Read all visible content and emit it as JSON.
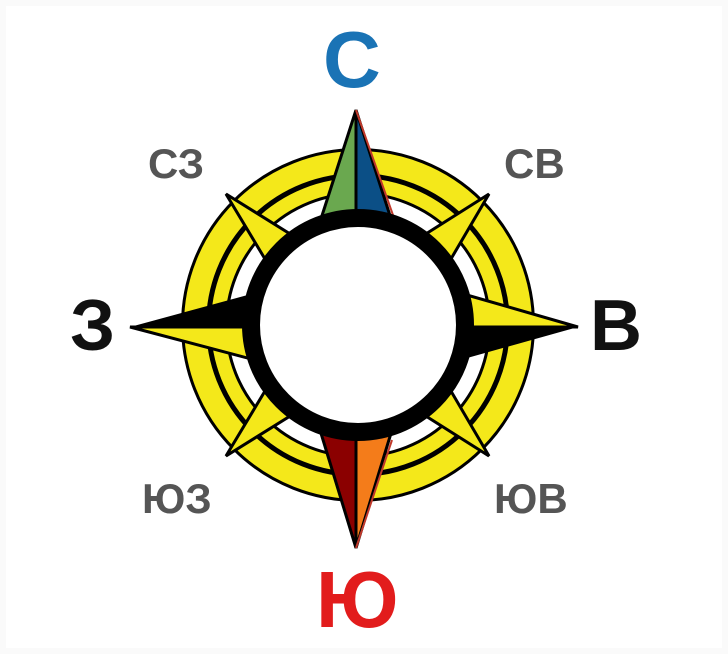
{
  "labels": {
    "north": "С",
    "south": "Ю",
    "west": "З",
    "east": "В",
    "northwest": "СЗ",
    "northeast": "СВ",
    "southwest": "ЮЗ",
    "southeast": "ЮВ"
  },
  "colors": {
    "north_label": "#1a73b5",
    "south_label": "#e21c1c",
    "cardinal_label": "#111111",
    "intercardinal_label": "#555555",
    "ring_yellow": "#f4e81a",
    "ring_black": "#000000",
    "north_left": "#6aa84f",
    "north_right": "#0b4f86",
    "south_left": "#8b0000",
    "south_right": "#f47c1a"
  }
}
